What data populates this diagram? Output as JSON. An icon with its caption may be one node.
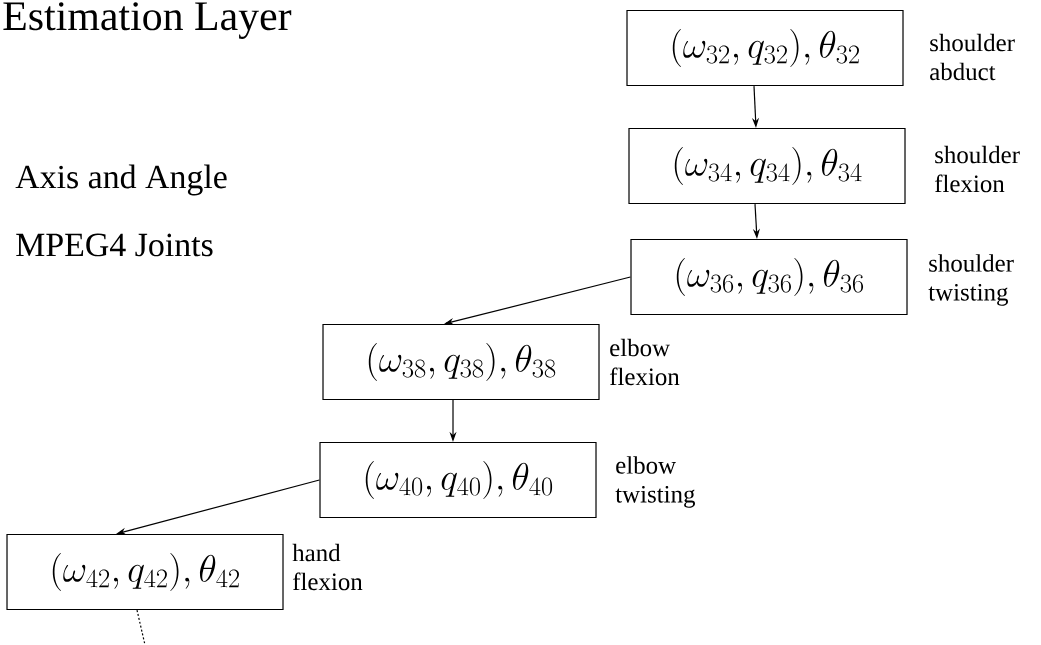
{
  "diagram": {
    "title": "Estimation Layer",
    "nodes": [
      {
        "text": [
          "\\big(\\omega_{32}, q_{32}\\big), \\theta_{32}"
        ],
        "beside": [
          "shoulder abduct"
        ]
      },
      {
        "text": [
          "\\big(\\omega_{34}, q_{34}\\big), \\theta_{34}"
        ],
        "beside": [
          "shoulder flexion"
        ]
      },
      {
        "text": [
          "\\big(\\omega_{36}, q_{36}\\big), \\theta_{36}"
        ],
        "beside": [
          "shoulder twisting"
        ]
      },
      {
        "text": [
          "\\big(\\omega_{38}, q_{38}\\big), \\theta_{38}"
        ],
        "beside": [
          "elbow flexion"
        ]
      },
      {
        "text": [
          "\\big(\\omega_{40}, q_{40}\\big), \\theta_{40}"
        ],
        "beside": [
          "elbow twisting"
        ]
      },
      {
        "text": [
          "\\big(\\omega_{42}, q_{42}\\big), \\theta_{42}"
        ],
        "beside": [
          "hand flexion"
        ]
      }
    ],
    "edges": [
      {
        "from": 0,
        "to": 1,
        "arrow": "to"
      },
      {
        "from": 1,
        "to": 2,
        "arrow": "to"
      },
      {
        "from": 2,
        "to": 3,
        "arrow": "to"
      },
      {
        "from": 3,
        "to": 4,
        "arrow": "to"
      },
      {
        "from": 4,
        "to": 5,
        "arrow": "to"
      },
      {
        "from": 5,
        "to": null,
        "arrow": "none",
        "style": "dashed"
      }
    ],
    "labels": [
      "Axis and Angle",
      "MPEG4 Joints"
    ]
  }
}
